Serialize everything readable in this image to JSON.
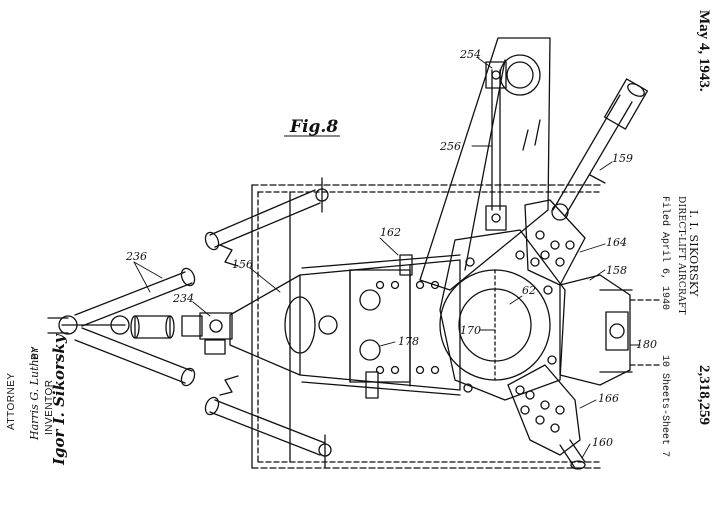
{
  "header": {
    "date": "May 4, 1943.",
    "inventor_name": "I. I. SIKORSKY",
    "title": "DIRECT-LIFT AIRCRAFT",
    "filed": "Filed April 6, 1940",
    "sheets": "10 Sheets-Sheet 7",
    "patent_number": "2,318,259"
  },
  "figure": {
    "label": "Fig.8"
  },
  "callouts": [
    "254",
    "256",
    "159",
    "162",
    "164",
    "158",
    "156",
    "236",
    "234",
    "62",
    "170",
    "178",
    "180",
    "166",
    "160"
  ],
  "signature_block": {
    "inventor_label": "INVENTOR",
    "inventor_signature": "Igor I. Sikorsky",
    "by_label": "BY",
    "attorney_signature": "Harris G. Luther",
    "attorney_label": "ATTORNEY"
  },
  "colors": {
    "ink": "#111111",
    "paper": "#ffffff"
  }
}
